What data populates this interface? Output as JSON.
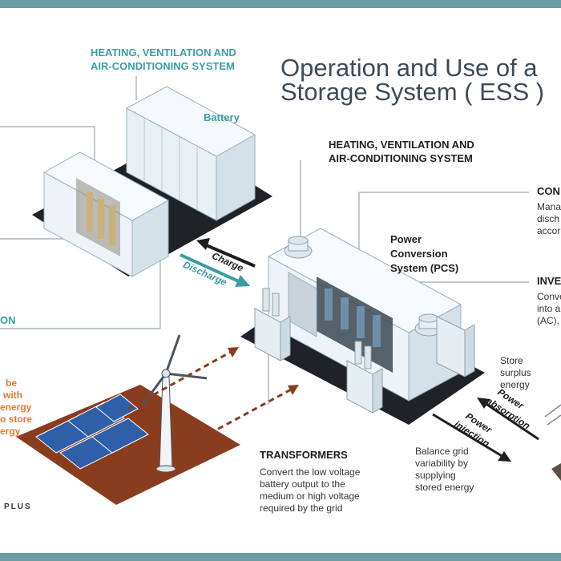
{
  "title": {
    "line1": "Operation and Use of a",
    "line2": "Storage System ( ESS )"
  },
  "labels": {
    "hvac_top": [
      "HEATING, VENTILATION AND",
      "AIR-CONDITIONING SYSTEM"
    ],
    "battery": "Battery",
    "hvac_main": [
      "HEATING, VENTILATION AND",
      "AIR-CONDITIONING SYSTEM"
    ],
    "controller_title": "CON",
    "controller_desc": [
      "Mana",
      "disch",
      "accor"
    ],
    "pcs": [
      "Power",
      "Conversion",
      "System (PCS)"
    ],
    "inverter_title": "INVE",
    "inverter_desc": [
      "Conve",
      "into a",
      "(AC),"
    ],
    "left_partial": "ON",
    "charge": "Charge",
    "discharge": "Discharge",
    "renewable_partial": [
      "be",
      "with",
      "energy",
      "o store",
      "ergy"
    ],
    "store_surplus": [
      "Store",
      "surplus",
      "energy"
    ],
    "power_absorption": [
      "Power",
      "absorption"
    ],
    "power_injection": [
      "Power",
      "injection"
    ],
    "balance_grid": [
      "Balance grid",
      "variability by",
      "supplying",
      "stored energy"
    ],
    "transformers_title": "TRANSFORMERS",
    "transformers_desc": [
      "Convert the low voltage",
      "battery output to the",
      "medium or high voltage",
      "required by the grid"
    ],
    "brand_partial": "PLUS"
  },
  "colors": {
    "frame": "#6b9ea3",
    "teal_text": "#3a9ea6",
    "accent_orange": "#e07a32",
    "ground_brown": "#8a3d1e",
    "container": "#eef3f6",
    "container_line": "#9ab0c4",
    "dark_base": "#1f2226",
    "solar": "#2f5fa8"
  }
}
